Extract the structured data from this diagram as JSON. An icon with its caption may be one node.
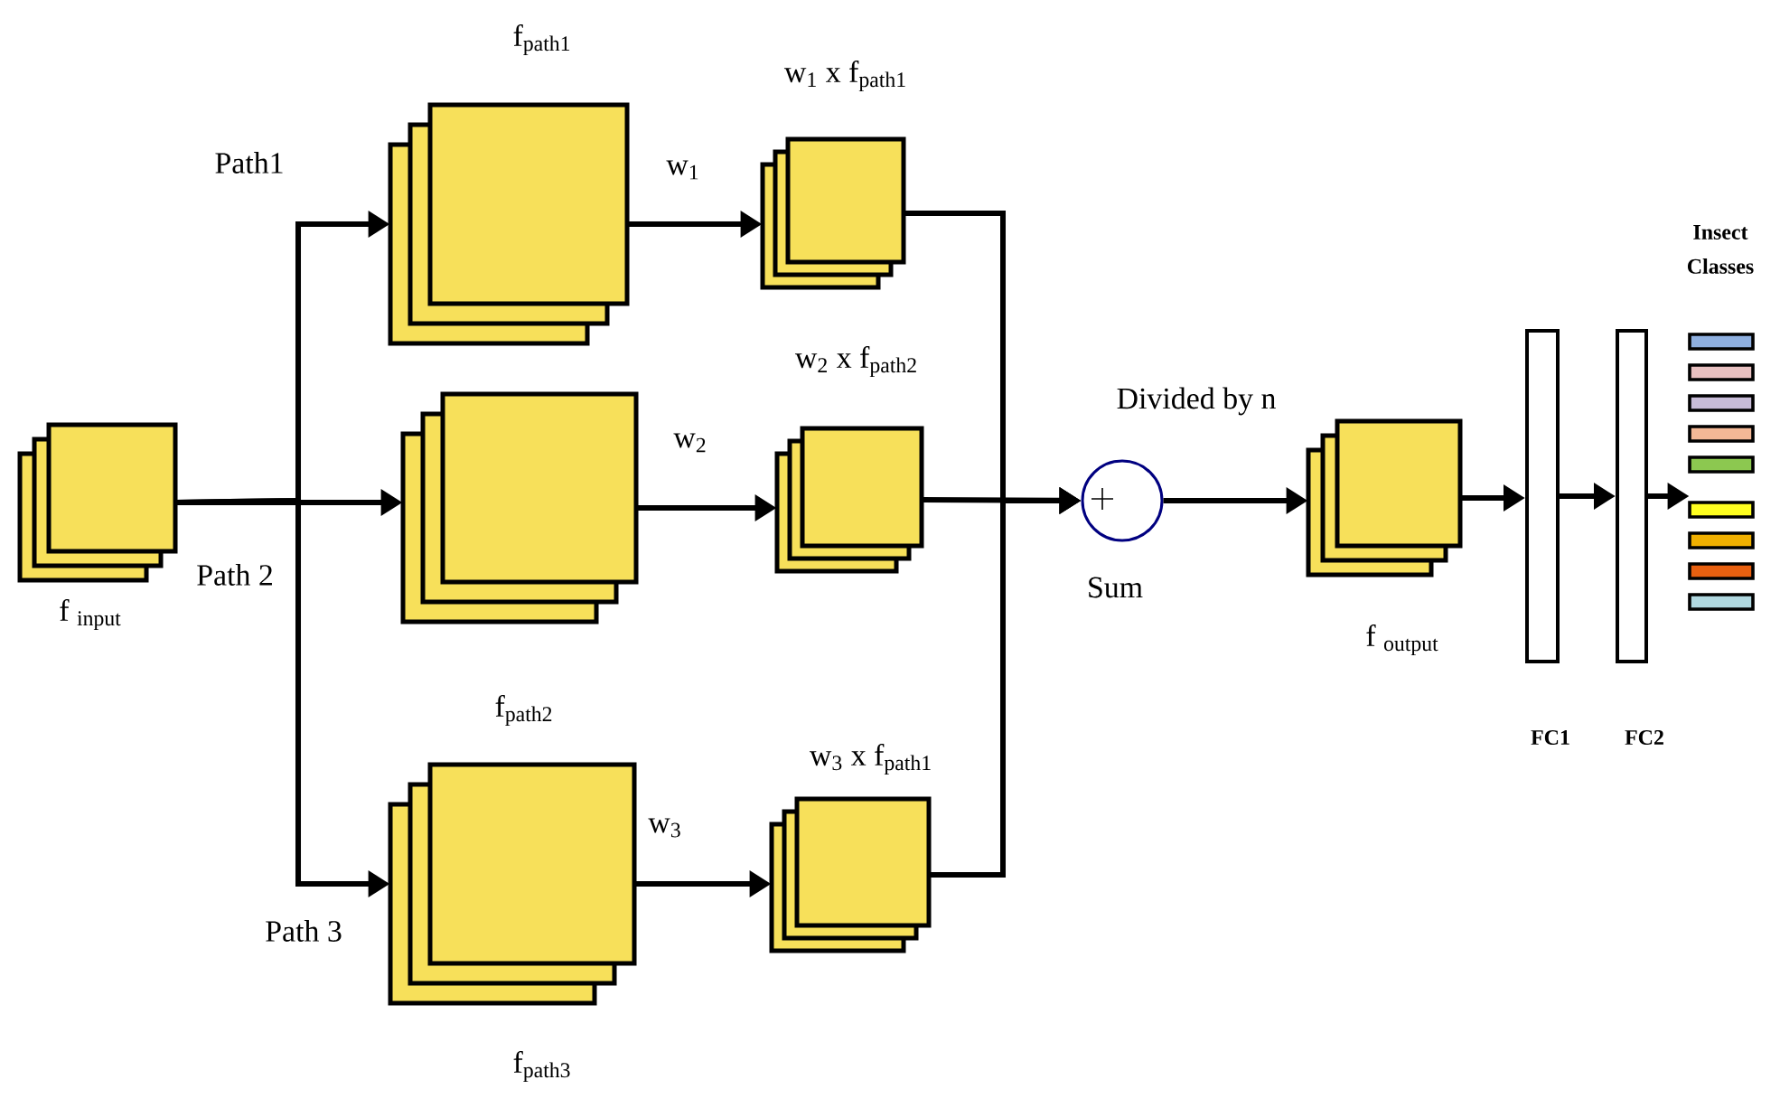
{
  "diagram": {
    "nodes": [
      {
        "text": [
          "f $_{input}$"
        ]
      },
      {
        "text": [
          "f$_{path1}$"
        ]
      },
      {
        "text": [
          "f$_{path2}$"
        ]
      },
      {
        "text": [
          "f$_{path3}$"
        ]
      },
      {
        "text": [
          "w$_{1}$ x f$_{path1}$"
        ]
      },
      {
        "text": [
          "w$_{2}$ x f$_{path2}$"
        ]
      },
      {
        "text": [
          "w$_{3}$ x f$_{path1}$"
        ]
      },
      {
        "text": [
          "Sum"
        ]
      },
      {
        "text": [
          "f $_{output}$"
        ]
      },
      {
        "text": [
          "FC1"
        ]
      },
      {
        "text": [
          "FC2"
        ]
      },
      {
        "text": [
          "Insect Classes"
        ]
      }
    ],
    "edges": [
      {
        "from": 0,
        "to": 1,
        "arrow": "to",
        "label": "Path1"
      },
      {
        "from": 0,
        "to": 2,
        "arrow": "to",
        "label": "Path 2"
      },
      {
        "from": 0,
        "to": 3,
        "arrow": "to",
        "label": "Path 3"
      },
      {
        "from": 1,
        "to": 4,
        "arrow": "to",
        "label": "w$_{1}$"
      },
      {
        "from": 2,
        "to": 5,
        "arrow": "to",
        "label": "w$_{2}$"
      },
      {
        "from": 3,
        "to": 6,
        "arrow": "to",
        "label": "w$_{3}$"
      },
      {
        "from": 4,
        "to": 7,
        "arrow": "to"
      },
      {
        "from": 5,
        "to": 7,
        "arrow": "to"
      },
      {
        "from": 6,
        "to": 7,
        "arrow": "to"
      },
      {
        "from": 7,
        "to": 8,
        "arrow": "to",
        "label": "Divided by  n"
      },
      {
        "from": 8,
        "to": 9,
        "arrow": "to"
      },
      {
        "from": 9,
        "to": 10,
        "arrow": "to"
      },
      {
        "from": 10,
        "to": 11,
        "arrow": "to"
      }
    ]
  }
}
